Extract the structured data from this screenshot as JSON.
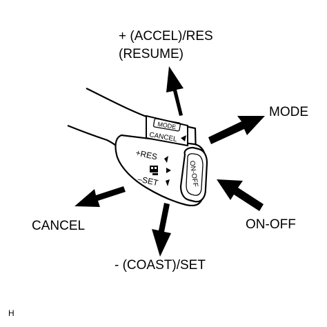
{
  "labels": {
    "accel": "+ (ACCEL)/RES",
    "resume": "(RESUME)",
    "mode": "MODE",
    "cancel": "CANCEL",
    "on_off": "ON-OFF",
    "coast_set": "- (COAST)/SET",
    "figure_code": "H"
  },
  "lever": {
    "mode_marking": "MODE",
    "cancel_marking": "CANCEL",
    "res_marking": "+RES",
    "set_marking": "–SET",
    "button_marking": "ON-OFF"
  },
  "colors": {
    "ink": "#000000",
    "lever_fill": "#ffffff",
    "background": "#ffffff"
  }
}
